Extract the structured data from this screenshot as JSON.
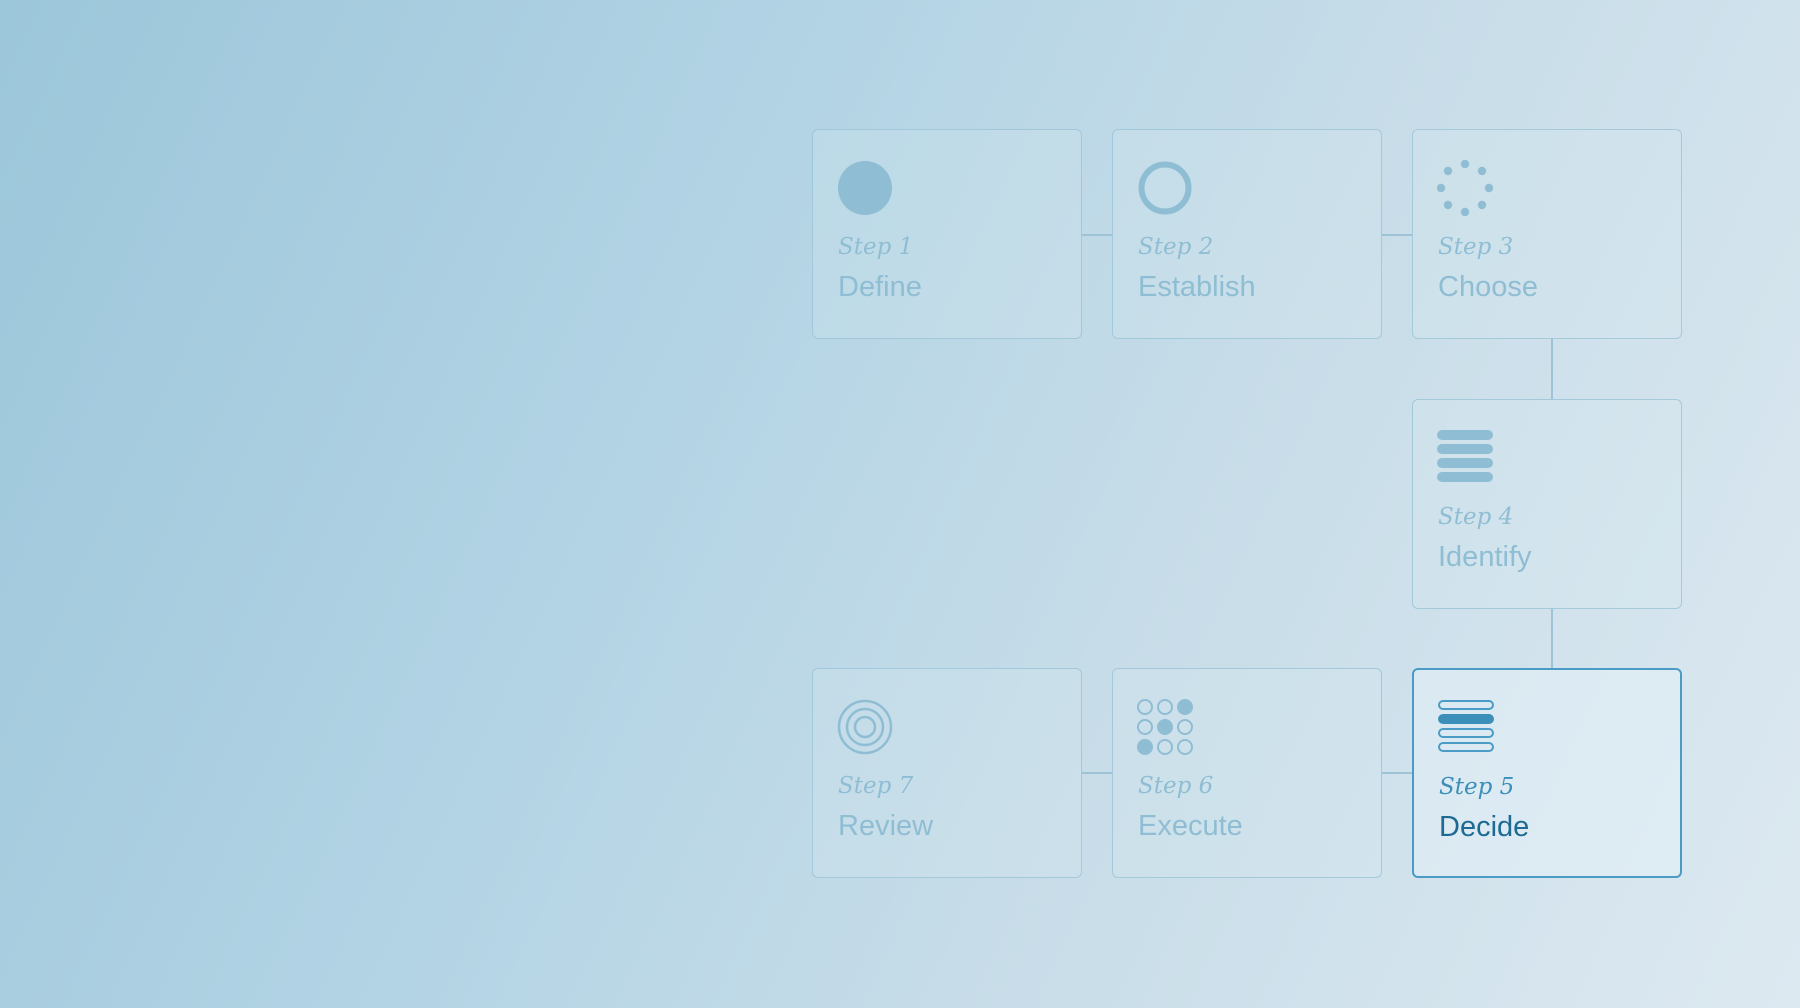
{
  "diagram": {
    "steps": [
      {
        "label": "Step 1",
        "title": "Define",
        "icon": "filled-circle-icon",
        "active": false
      },
      {
        "label": "Step 2",
        "title": "Establish",
        "icon": "ring-icon",
        "active": false
      },
      {
        "label": "Step 3",
        "title": "Choose",
        "icon": "dotted-circle-icon",
        "active": false
      },
      {
        "label": "Step 4",
        "title": "Identify",
        "icon": "stacked-bars-icon",
        "active": false
      },
      {
        "label": "Step 5",
        "title": "Decide",
        "icon": "list-selected-icon",
        "active": true
      },
      {
        "label": "Step 6",
        "title": "Execute",
        "icon": "dot-grid-icon",
        "active": false
      },
      {
        "label": "Step 7",
        "title": "Review",
        "icon": "concentric-circles-icon",
        "active": false
      }
    ]
  },
  "colors": {
    "icon_faded": "#8fbdd3",
    "active_border": "#4a9cc4",
    "active_text": "#1d6a93",
    "active_label": "#3b8fb9"
  }
}
